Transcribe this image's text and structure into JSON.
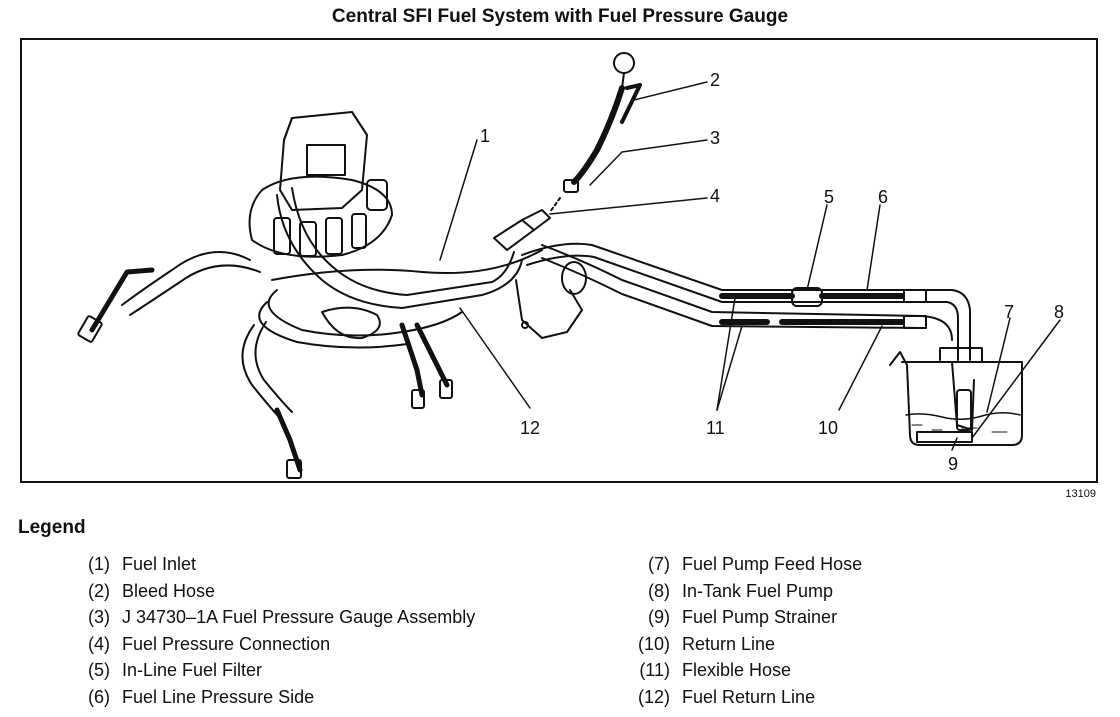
{
  "title": "Central SFI Fuel System with Fuel Pressure Gauge",
  "figure_number": "13109",
  "callouts": [
    "1",
    "2",
    "3",
    "4",
    "5",
    "6",
    "7",
    "8",
    "9",
    "10",
    "11",
    "12"
  ],
  "legend": {
    "heading": "Legend",
    "items": [
      {
        "num": "(1)",
        "text": "Fuel Inlet"
      },
      {
        "num": "(2)",
        "text": "Bleed Hose"
      },
      {
        "num": "(3)",
        "text": "J 34730–1A Fuel Pressure Gauge Assembly"
      },
      {
        "num": "(4)",
        "text": "Fuel Pressure Connection"
      },
      {
        "num": "(5)",
        "text": "In-Line Fuel Filter"
      },
      {
        "num": "(6)",
        "text": "Fuel Line Pressure Side"
      },
      {
        "num": "(7)",
        "text": "Fuel Pump Feed Hose"
      },
      {
        "num": "(8)",
        "text": "In-Tank Fuel Pump"
      },
      {
        "num": "(9)",
        "text": "Fuel Pump Strainer"
      },
      {
        "num": "(10)",
        "text": "Return Line"
      },
      {
        "num": "(11)",
        "text": "Flexible Hose"
      },
      {
        "num": "(12)",
        "text": "Fuel Return Line"
      }
    ]
  }
}
